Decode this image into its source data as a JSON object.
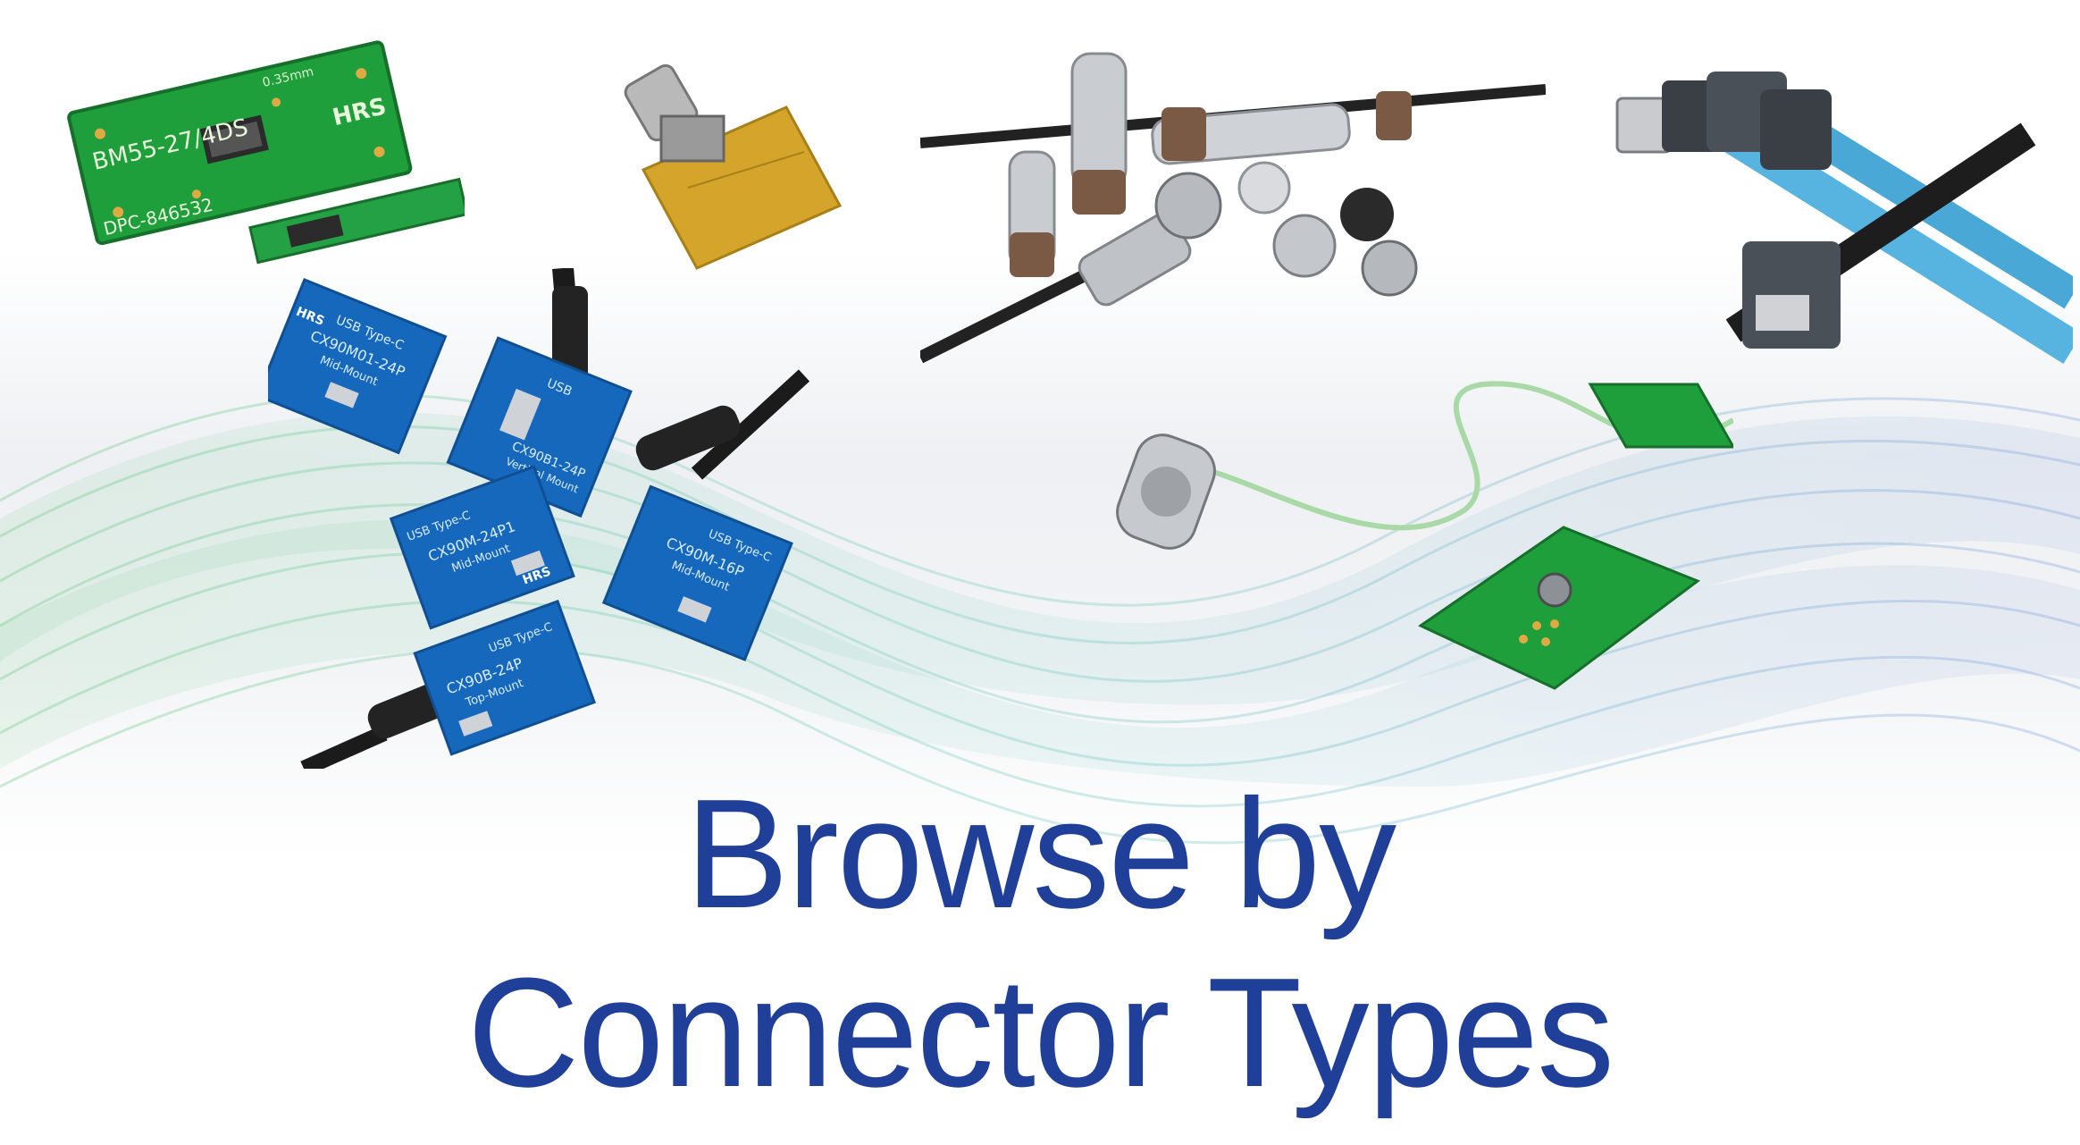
{
  "headline": {
    "line1": "Browse by",
    "line2": "Connector Types"
  },
  "colors": {
    "headline": "#1f3f98",
    "pcb_green": "#1e9e3a",
    "pcb_blue": "#1565b8",
    "gold": "#d4a52a",
    "wave_green": "#5fc79a",
    "wave_blue": "#6a8fd8"
  },
  "products": {
    "board_to_board": {
      "board_label": "BM55-27/4DS",
      "board_logo": "HRS",
      "board_part": "DPC-846532",
      "board_spec": "0.35mm"
    },
    "rf_coax": {
      "label": ""
    },
    "circular": {
      "label": ""
    },
    "industrial_ethernet": {
      "label": ""
    },
    "usb_type_c": {
      "vertical": {
        "title": "USB",
        "part": "CX90B1-24P",
        "mount": "Vertical Mount"
      },
      "top_left": {
        "title": "USB Type-C",
        "part": "CX90M01-24P",
        "mount": "Mid-Mount",
        "logo": "HRS"
      },
      "center": {
        "title": "USB Type-C",
        "part": "CX90M-24P1",
        "mount": "Mid-Mount",
        "logo": "HRS"
      },
      "right": {
        "title": "USB Type-C",
        "part": "CX90M-16P",
        "mount": "Mid-Mount"
      },
      "bottom": {
        "title": "USB Type-C",
        "part": "CX90B-24P",
        "mount": "Top-Mount"
      }
    },
    "coax_cable_assembly": {
      "label": ""
    },
    "rf_board_connector": {
      "label": ""
    }
  }
}
